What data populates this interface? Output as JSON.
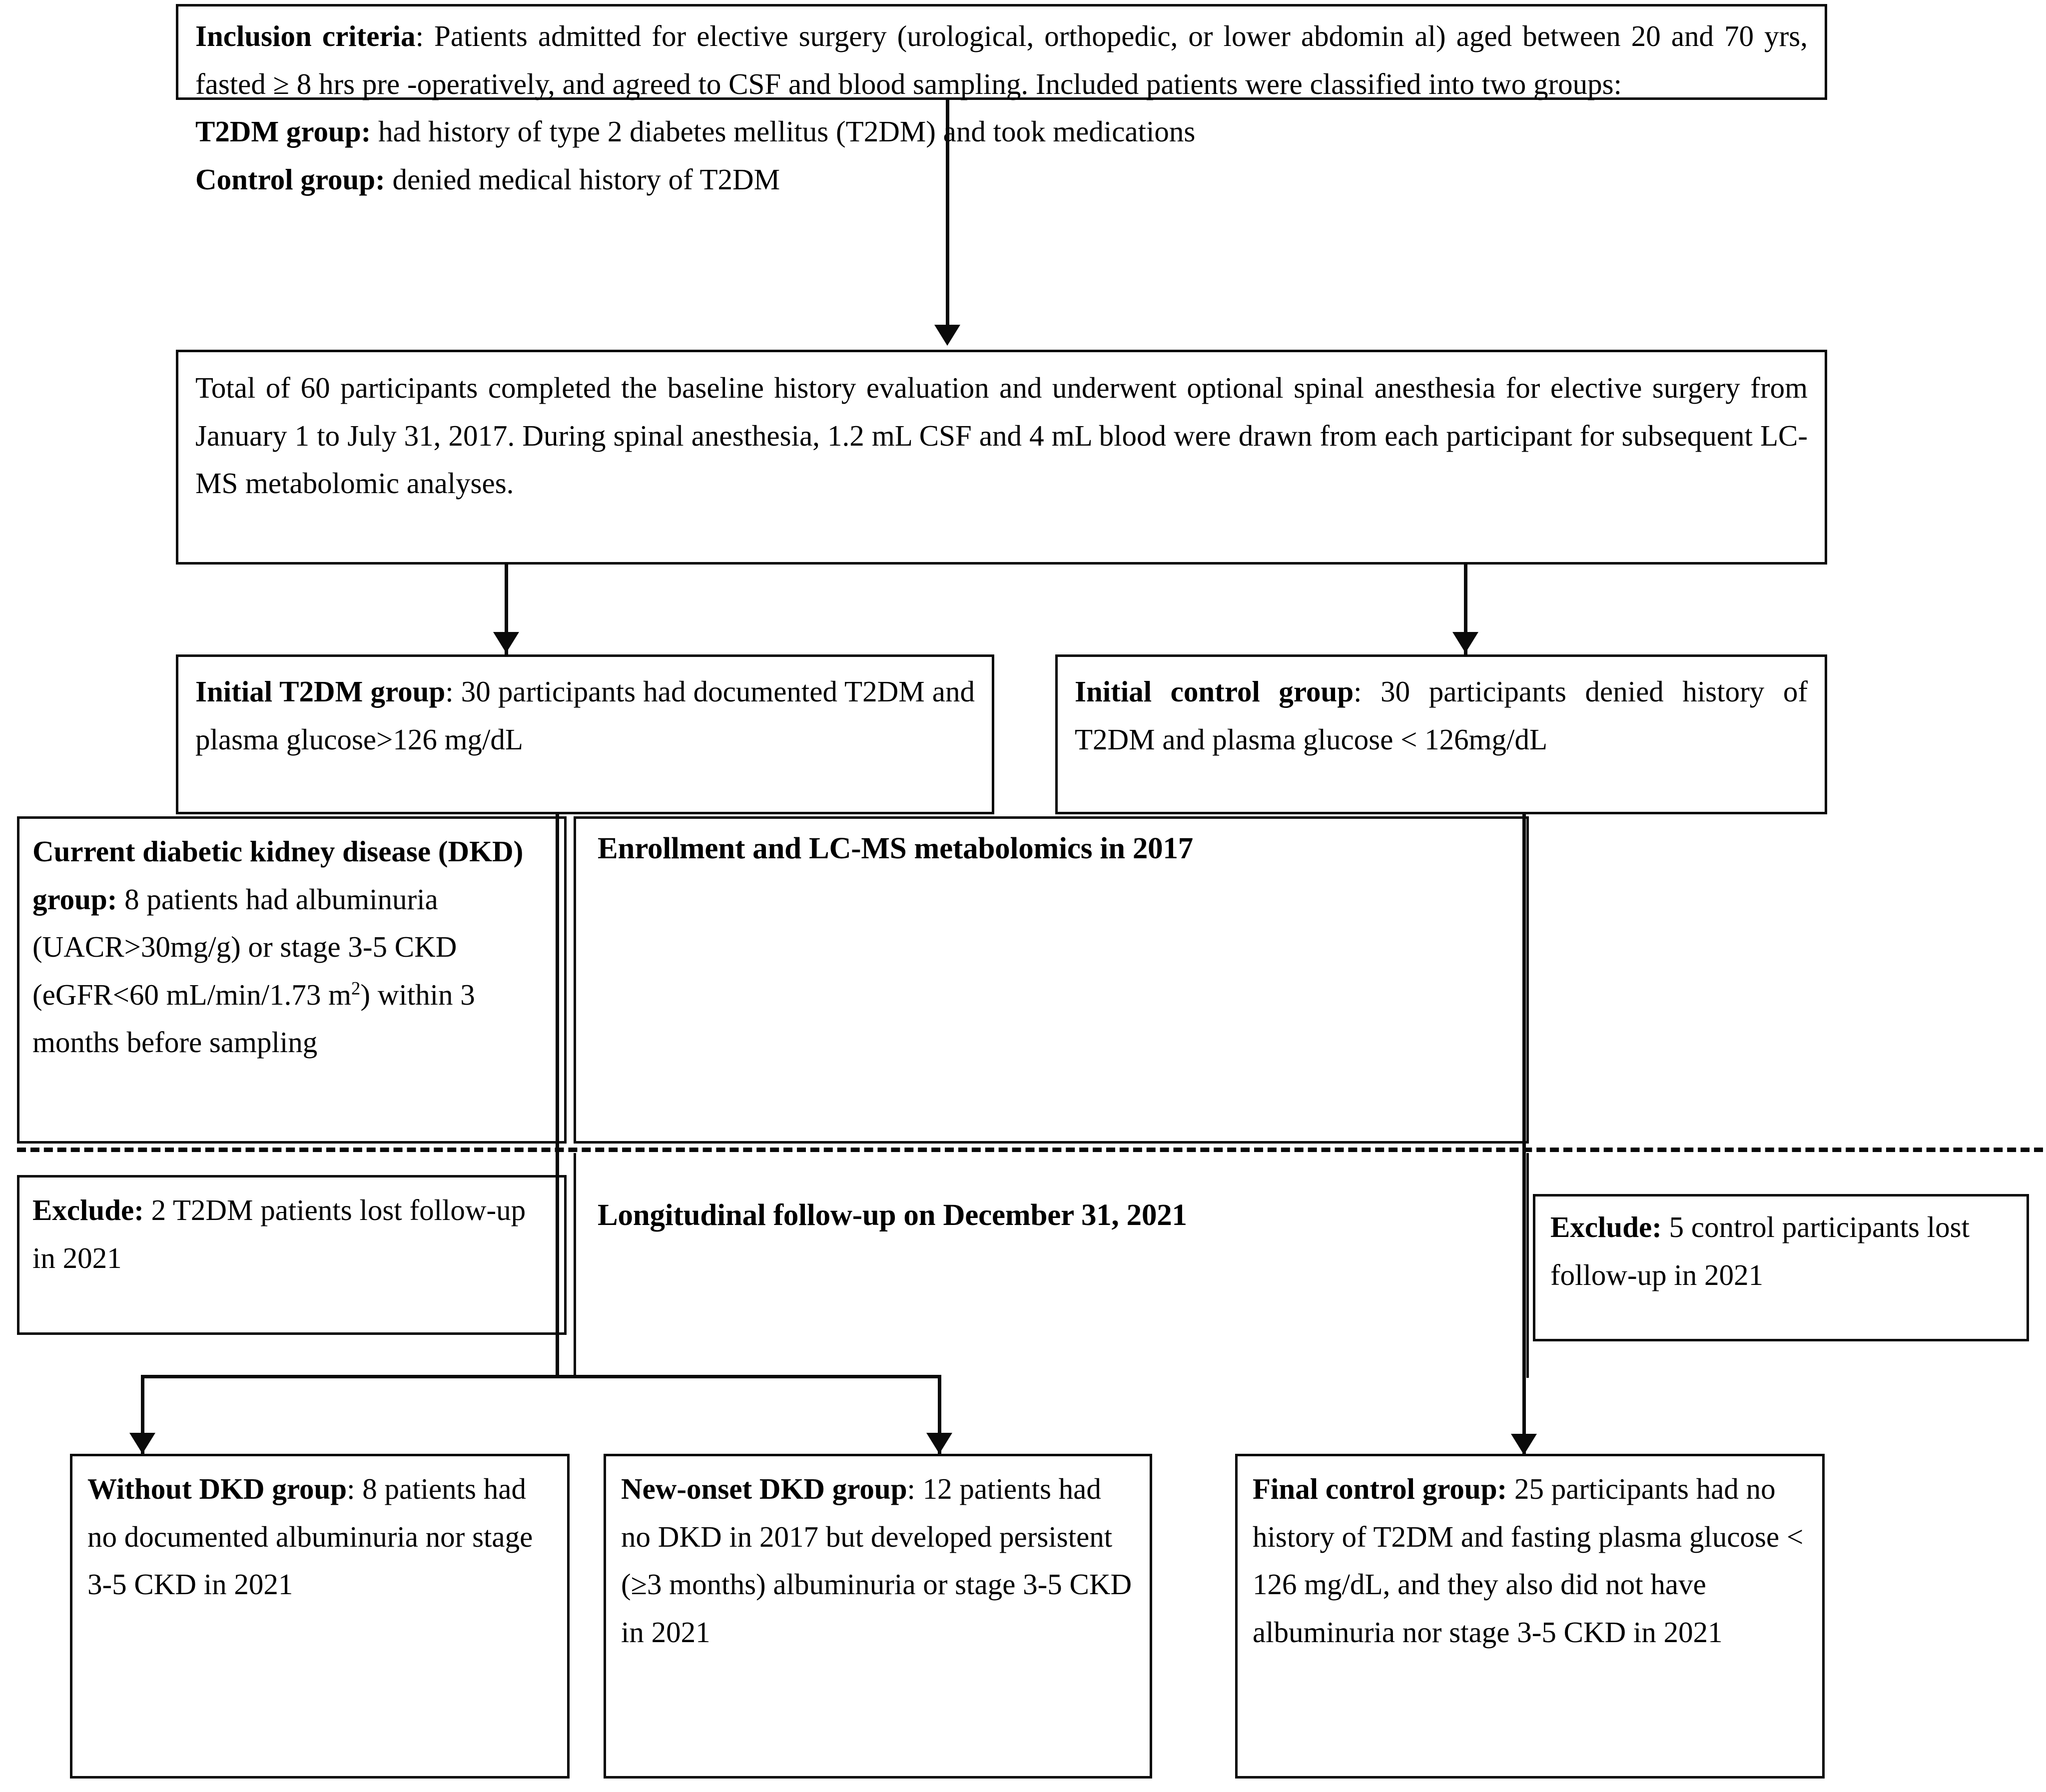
{
  "figure": {
    "type": "study-flow-diagram",
    "title": "Participant enrollment and longitudinal follow-up flowchart"
  },
  "boxes": {
    "inclusion": {
      "label_bold": "Inclusion criteria",
      "line1_rest": ": Patients admitted for elective surgery (urological, orthopedic, or lower abdomin al) aged between 20 and 70 yrs, fasted ≥ 8 hrs pre -operatively, and agreed to CSF and blood sampling. Included patients were classified into two groups:",
      "t2dm_bold": "T2DM group:",
      "t2dm_rest": " had history of type 2 diabetes mellitus (T2DM) and took medications",
      "control_bold": "Control group:",
      "control_rest": " denied medical history of T2DM"
    },
    "total": {
      "text": "Total of 60  participants completed the baseline   history  evaluation and underwent optional spinal anesthesia for elective surgery from January 1 to July 31, 2017. During spinal anesthesia, 1.2 mL CSF and 4 mL blood were drawn from each participant for subsequent LC-MS metabolomic analyses."
    },
    "initial_t2dm": {
      "label_bold": "Initial  T2DM  group",
      "rest": ": 30  participants had  documented  T2DM  and  plasma glucose>126 mg/dL"
    },
    "initial_control": {
      "label_bold": "Initial control group",
      "rest": ": 30 participants denied history of T2DM and plasma glucose < 126mg/dL"
    },
    "current_dkd": {
      "label_bold": "Current diabetic kidney disease (DKD) group:",
      "rest_a": " 8 patients had albuminuria (UACR>30mg/g) or stage 3-5 CKD (eGFR<60 mL/min/1.73 m",
      "sup": "2",
      "rest_b": ") within 3 months before sampling"
    },
    "exclude_t2dm": {
      "label_bold": "Exclude:",
      "rest": " 2 T2DM patients lost follow-up in 2021"
    },
    "exclude_control": {
      "label_bold": "Exclude:",
      "rest": " 5 control participants lost follow-up in 2021"
    },
    "without_dkd": {
      "label_bold": "Without DKD group",
      "rest": ": 8 patients had no documented albuminuria nor stage 3-5 CKD in 2021"
    },
    "new_onset_dkd": {
      "label_bold": "New-onset DKD group",
      "rest": ": 12 patients had no DKD in 2017 but developed persistent (≥3 months) albuminuria or stage 3-5 CKD in 2021"
    },
    "final_control": {
      "label_bold": "Final control group:",
      "rest": " 25 participants had no history of T2DM and fasting plasma glucose < 126 mg/dL, and they also did not have albuminuria nor stage 3-5 CKD in 2021"
    }
  },
  "phase_labels": {
    "enrollment": "Enrollment and LC-MS metabolomics in 2017",
    "followup": "Longitudinal follow-up on December 31, 2021"
  },
  "colors": {
    "stroke": "#0a0a0a",
    "background": "#ffffff",
    "text": "#000000"
  }
}
